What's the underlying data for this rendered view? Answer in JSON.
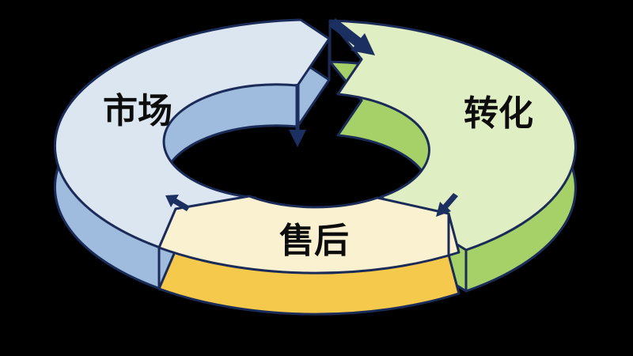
{
  "diagram": {
    "type": "cycle-3d-ring",
    "background_color": "#000000",
    "outline_color": "#1b2b58",
    "arrow_color": "#1b2f60",
    "label_color": "#0d0d0d",
    "segments": [
      {
        "id": "market",
        "label": "市场",
        "position": "top-left",
        "top_color": "#dce6f1",
        "side_color": "#9fbbdd"
      },
      {
        "id": "conversion",
        "label": "转化",
        "position": "right",
        "top_color": "#e0eec4",
        "side_color": "#a6d168"
      },
      {
        "id": "aftersales",
        "label": "售后",
        "position": "bottom",
        "top_color": "#faf1d1",
        "side_color": "#f5c94b"
      }
    ],
    "arrows": [
      {
        "id": "market-to-conversion",
        "direction": "down-right"
      },
      {
        "id": "center-pointer",
        "direction": "down"
      },
      {
        "id": "conversion-to-aftersales",
        "direction": "down-left"
      },
      {
        "id": "aftersales-to-market",
        "direction": "up-left"
      }
    ]
  }
}
